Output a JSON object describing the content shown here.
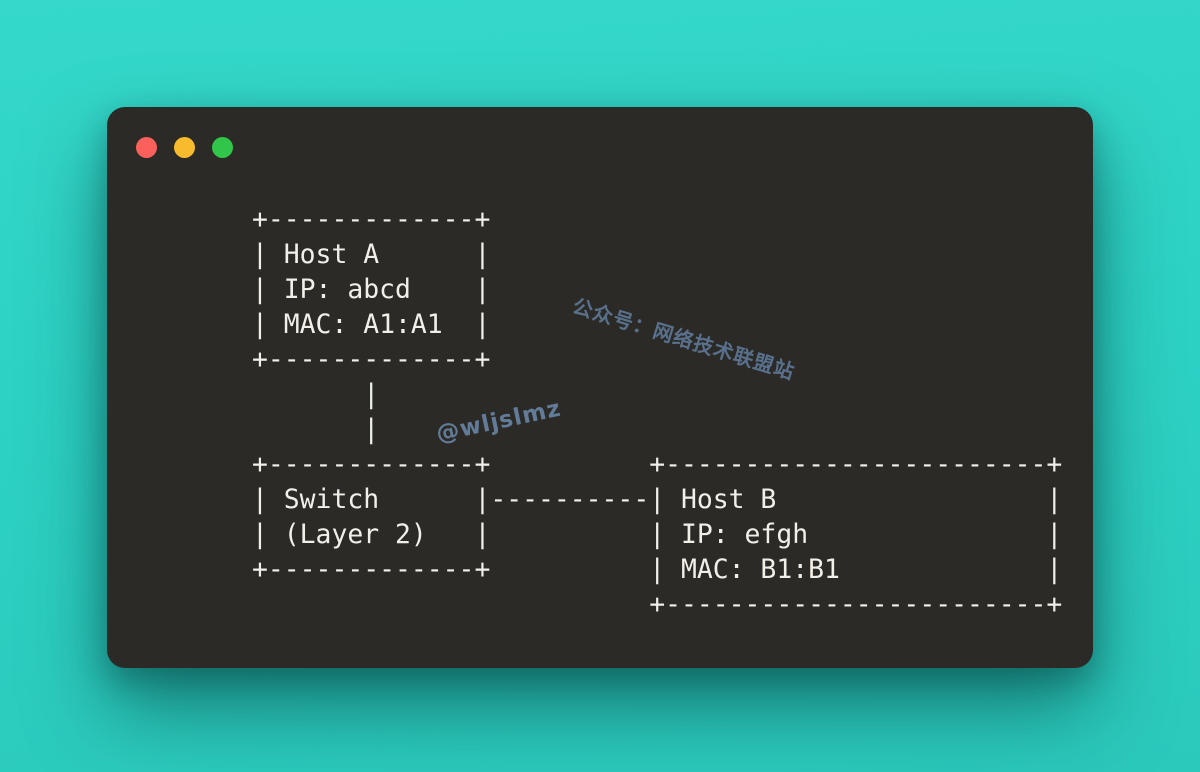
{
  "window": {
    "type": "terminal-card",
    "background": "#2b2a26",
    "desktop_background": "#2ed3c6",
    "controls": [
      {
        "name": "close",
        "color": "#fa615c",
        "style": "background:#fa615c"
      },
      {
        "name": "minimize",
        "color": "#f8bb2d",
        "style": "background:#f8bb2d"
      },
      {
        "name": "zoom",
        "color": "#31c64a",
        "style": "background:#31c64a"
      }
    ]
  },
  "terminal": {
    "text_color": "#f2efe9",
    "ascii_lines": [
      "+-------------+",
      "| Host A      |",
      "| IP: abcd    |",
      "| MAC: A1:A1  |",
      "+-------------+",
      "       |",
      "       |",
      "+-------------+          +------------------------+",
      "| Switch      |----------| Host B                 |",
      "| (Layer 2)   |          | IP: efgh               |",
      "+-------------+          | MAC: B1:B1             |",
      "                         +------------------------+"
    ]
  },
  "diagram": {
    "nodes": [
      {
        "title": "Host A",
        "ip": "abcd",
        "mac": "A1:A1"
      },
      {
        "title": "Switch",
        "subtitle": "(Layer 2)"
      },
      {
        "title": "Host B",
        "ip": "efgh",
        "mac": "B1:B1"
      }
    ]
  },
  "watermarks": {
    "wechat": "公众号：网络技术联盟站",
    "handle": "@wljslmz",
    "color": "#5d7795"
  }
}
